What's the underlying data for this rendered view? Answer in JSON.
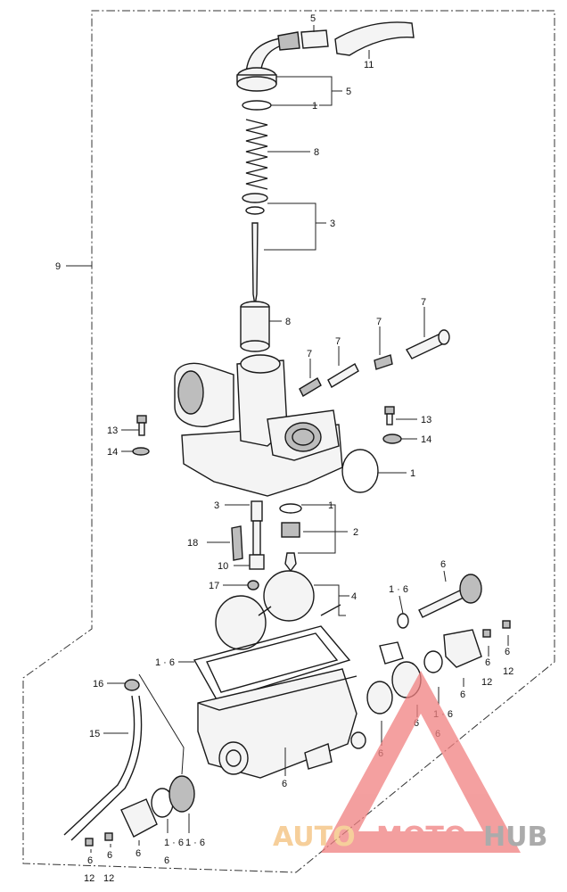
{
  "callouts": {
    "c_5_top": "5",
    "c_11": "11",
    "c_5_cap": "5",
    "c_1_oring": "1",
    "c_8_spring": "8",
    "c_3_clip": "3",
    "c_9": "9",
    "c_8_slide": "8",
    "c_7_a": "7",
    "c_7_b": "7",
    "c_7_c": "7",
    "c_7_d": "7",
    "c_13_left": "13",
    "c_14_left": "14",
    "c_13_right": "13",
    "c_14_right": "14",
    "c_1_gasket": "1",
    "c_3_jet": "3",
    "c_1_seat": "1",
    "c_2": "2",
    "c_18": "18",
    "c_10": "10",
    "c_17": "17",
    "c_4": "4",
    "c_16_right": "1 · 6",
    "c_6_shaft": "6",
    "c_16_left": "1 · 6",
    "c_6_12_a_top": "6",
    "c_6_12_a_bot": "12",
    "c_6_12_b_top": "6",
    "c_6_12_b_bot": "12",
    "c_16": "16",
    "c_15": "15",
    "c_6_cover_a": "6",
    "c_6_cover_b": "6",
    "c_1_6_cover": "1 · 6",
    "c_6_plate": "6",
    "c_6_bowl": "6",
    "c_6_body": "6",
    "c_6_bl_a": "6",
    "c_12_bl_a": "12",
    "c_6_bl_b": "6",
    "c_12_bl_b": "12",
    "c_6_bl_c": "6",
    "c_1_6_bl": "1 · 6",
    "c_6_bl_d": "6",
    "c_1_6_bl2": "1 · 6"
  },
  "watermark": {
    "text_1": "AUTO",
    "text_2": "MOTO",
    "text_3": "HUB",
    "color_triangle": "#f08080",
    "color_auto": "#f3c07a",
    "color_moto": "#f08080",
    "color_hub": "#8f8f8f"
  }
}
